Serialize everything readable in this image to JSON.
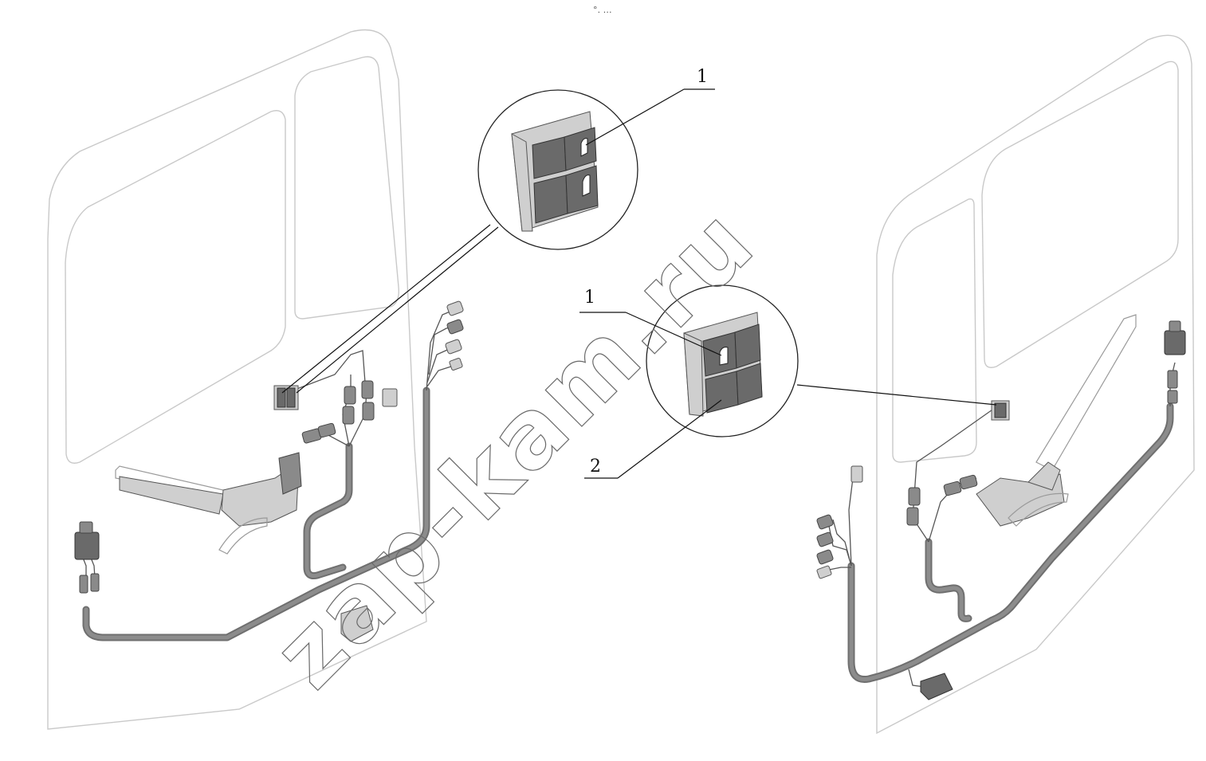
{
  "top_mark": "°․ …",
  "callouts": {
    "left_switch_detail": "1",
    "center_switch_detail": "1",
    "center_switch_housing": "2"
  },
  "watermark": "zap-kam.ru"
}
